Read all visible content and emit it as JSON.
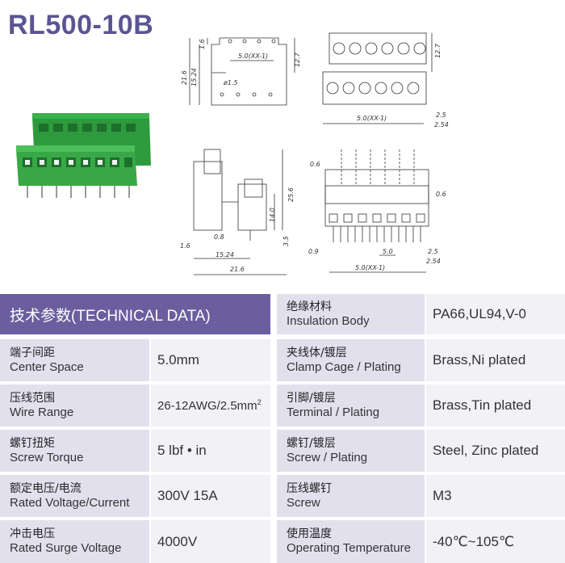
{
  "title": "RL500-10B",
  "header": {
    "tech_data": "技术参数(TECHNICAL DATA)"
  },
  "left_rows": [
    {
      "cn": "端子间距",
      "en": "Center Space",
      "value": "5.0mm"
    },
    {
      "cn": "压线范围",
      "en": "Wire Range",
      "value": "26-12AWG/2.5mm",
      "sup": "2"
    },
    {
      "cn": "螺钉扭矩",
      "en": "Screw Torque",
      "value": "5 lbf • in"
    },
    {
      "cn": "额定电压/电流",
      "en": "Rated Voltage/Current",
      "value": "300V 15A"
    },
    {
      "cn": "冲击电压",
      "en": "Rated Surge Voltage",
      "value": "4000V"
    }
  ],
  "right_rows": [
    {
      "cn": "绝缘材料",
      "en": "Insulation Body",
      "value": "PA66,UL94,V-0"
    },
    {
      "cn": "夹线体/镀层",
      "en": "Clamp Cage / Plating",
      "value": "Brass,Ni plated"
    },
    {
      "cn": "引脚/镀层",
      "en": "Terminal / Plating",
      "value": "Brass,Tin plated"
    },
    {
      "cn": "螺钉/镀层",
      "en": "Screw / Plating",
      "value": "Steel, Zinc plated"
    },
    {
      "cn": "压线螺钉",
      "en": "Screw",
      "value": "M3"
    },
    {
      "cn": "使用温度",
      "en": "Operating Temperature",
      "value": "-40℃~105℃"
    }
  ],
  "dims": {
    "top_pitch": "5.0(XX-1)",
    "h_216": "21.6",
    "h_1524": "15.24",
    "h_16": "1.6",
    "h_127": "12.7",
    "hole": "ø1.5",
    "front_pitch": "5.0(XX-1)",
    "front_25": "2.5",
    "front_254": "2.54",
    "front_127": "12.7",
    "side_256": "25.6",
    "side_140": "14.0",
    "side_08": "0.8",
    "side_35": "3.5",
    "side_16": "1.6",
    "side_1524": "15.24",
    "side_216": "21.6",
    "end_06a": "0.6",
    "end_06b": "0.6",
    "end_09": "0.9",
    "end_50": "5.0",
    "end_25": "2.5",
    "end_254": "2.54",
    "end_pitch": "5.0(XX-1)"
  }
}
